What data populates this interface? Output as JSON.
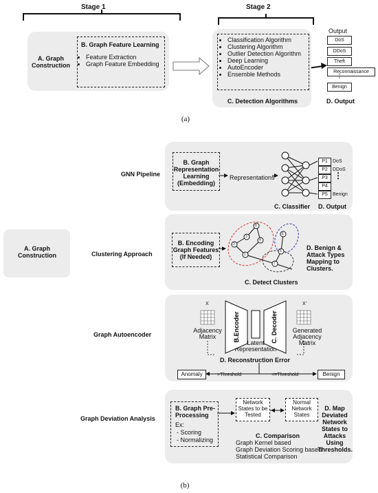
{
  "part_a": {
    "stage1": "Stage 1",
    "stage2": "Stage 2",
    "graph_construction": "A. Graph Construction",
    "feature_learning": {
      "title": "B. Graph Feature Learning",
      "items": [
        "Feature Extraction",
        "Graph Feature Embedding"
      ]
    },
    "detection": {
      "items": [
        "Classification Algorithm",
        "Clustering Algorithm",
        "Outlier Detection Algorithm",
        "Deep Learning",
        "AutoEncoder",
        "Ensemble Methods"
      ],
      "title": "C. Detection Algorithms"
    },
    "output": {
      "title": "Output",
      "labels": [
        "DoS",
        "DDoS",
        "Theft",
        "Reconnaissance",
        "Benign"
      ],
      "footer": "D. Output"
    },
    "caption": "(a)"
  },
  "part_b": {
    "graph_construction": "A. Graph Construction",
    "gnn": {
      "row_label": "GNN Pipeline",
      "learning": "B. Graph Representation Learning (Embedding)",
      "representations": "Representations",
      "classifier": "C. Classifier",
      "output": "D. Output",
      "p_labels": [
        "P1",
        "P2",
        "P3",
        "P4",
        "P5"
      ],
      "classes": [
        "DoS",
        "DDoS",
        "Benign"
      ]
    },
    "clustering": {
      "row_label": "Clustering Approach",
      "encoding": "B. Encoding Graph Features (If Needed)",
      "detect": "C. Detect Clusters",
      "mapping": "D. Benign & Attack Types Mapping to Clusters.",
      "nodes": [
        "1",
        "2",
        "3",
        "4",
        "5",
        "6",
        "7",
        "8"
      ]
    },
    "autoencoder": {
      "row_label": "Graph Autoencoder",
      "x_label": "X",
      "x_prime": "X'",
      "adjacency": "Adjacency Matrix",
      "encoder": "B.Encoder",
      "decoder": "C. Decoder",
      "latent": "Latent Representation",
      "generated": "Generated Adjacency Matrix",
      "recon_error": "D. Reconstruction Error",
      "anomaly": "Anomaly",
      "gt_threshold": ">Threshold",
      "le_threshold": "<=Threshold",
      "benign": "Benign"
    },
    "deviation": {
      "row_label": "Graph Deviation Analysis",
      "preprocessing": "B. Graph Pre-Processing",
      "ex": "Ex:",
      "ex_items": [
        "- Scoring",
        "- Normalizing"
      ],
      "states_tested": "Network States to be Tested",
      "normal_states": "Normal Network States",
      "comparison": "C. Comparison",
      "methods": [
        "Graph Kernel based",
        "Graph Deviation Scoring based",
        "Statistical Comparison"
      ],
      "map": "D. Map Deviated Network States to Attacks Using Thresholds."
    },
    "caption": "(b)"
  }
}
